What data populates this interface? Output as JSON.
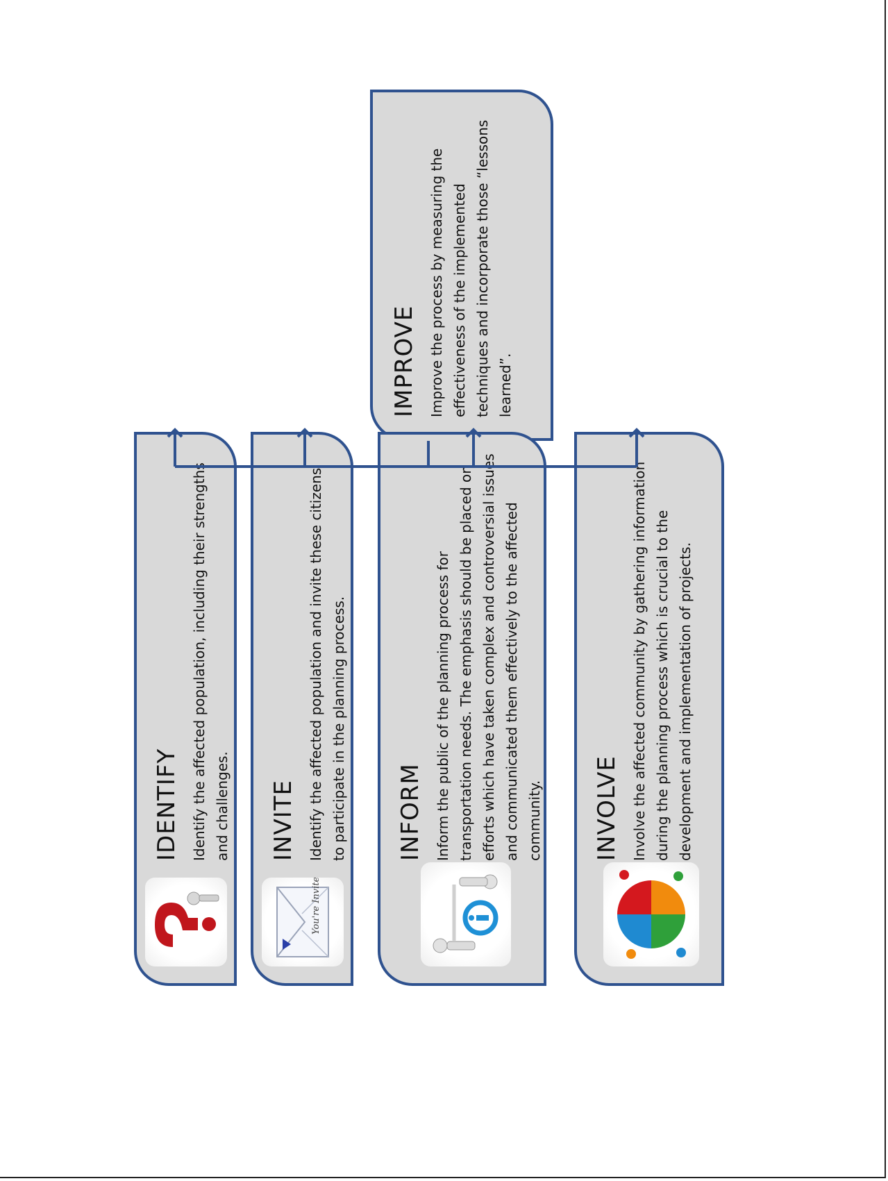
{
  "improve": {
    "title": "IMPROVE",
    "text": "Improve the process by measuring the effectiveness of the implemented techniques and incorporate those “lessons learned”."
  },
  "steps": [
    {
      "title": "IDENTIFY",
      "text": "Identify the affected population, including their strengths and challenges.",
      "icon": "question-mark-figure-icon"
    },
    {
      "title": "INVITE",
      "text": "Identify the affected population and invite these citizens to participate in the planning process.",
      "icon": "invitation-envelope-icon"
    },
    {
      "title": "INFORM",
      "text": "Inform the public of the planning process for transportation needs. The emphasis should be placed on efforts which have taken complex and controversial issues and communicated them effectively to the affected community.",
      "icon": "info-figures-icon"
    },
    {
      "title": "INVOLVE",
      "text": "Involve the affected community by gathering information during the planning process which is crucial to the development and implementation of projects.",
      "icon": "puzzle-figures-icon"
    }
  ],
  "icon_text": {
    "invite_script": "You're Invited"
  },
  "colors": {
    "border": "#2f528f",
    "box_fill": "#d9d9d9",
    "connector": "#2f528f"
  }
}
